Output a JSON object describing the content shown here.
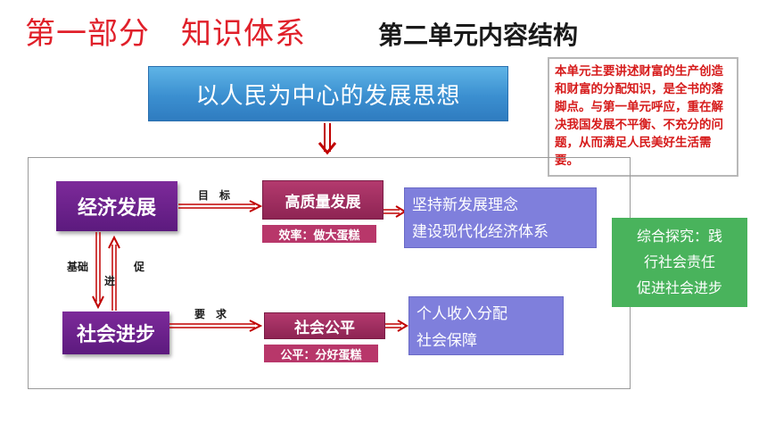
{
  "title": {
    "part": "第一部分　知识体系",
    "unit": "第二单元内容结构"
  },
  "theme": "以人民为中心的发展思想",
  "note": "本单元主要讲述财富的生产创造和财富的分配知识，是全书的落脚点。与第一单元呼应，重在解决我国发展不平衡、不充分的问题，从而满足人民美好生活需要。",
  "economy": {
    "label": "经济发展",
    "link_label": "目　标",
    "target": "高质量发展",
    "target_note": "效率：做大蛋糕",
    "outcomes": [
      "坚持新发展理念",
      "建设现代化经济体系"
    ]
  },
  "relation": {
    "left": "基础",
    "middle": "进",
    "right": "促"
  },
  "society": {
    "label": "社会进步",
    "link_label": "要　求",
    "target": "社会公平",
    "target_note": "公平：分好蛋糕",
    "outcomes": [
      "个人收入分配",
      "社会保障"
    ]
  },
  "exploration": [
    "综合探究：践",
    "行社会责任",
    "促进社会进步"
  ],
  "colors": {
    "title_red": "#e0202a",
    "arrow_red": "#c00000",
    "purple": "#6a2189",
    "maroon": "#a33062",
    "lavender": "#7f7fdc",
    "green": "#49b35c"
  }
}
